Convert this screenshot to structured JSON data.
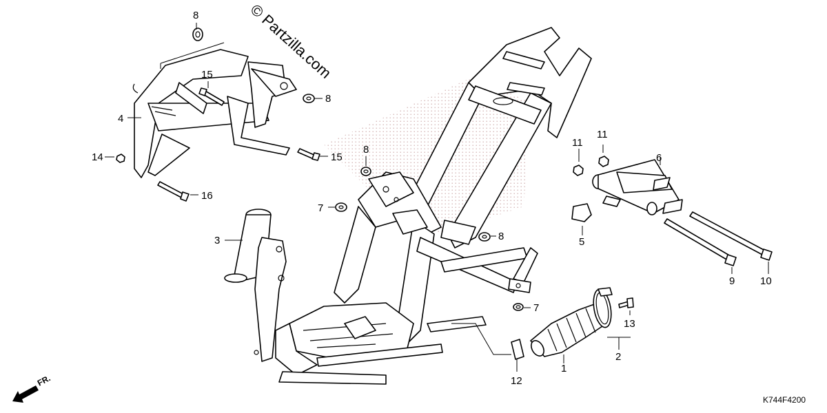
{
  "watermark": "© Partzilla.com",
  "diagram_code": "K744F4200",
  "direction_label": "FR.",
  "callouts": {
    "c1": "1",
    "c2": "2",
    "c3": "3",
    "c4": "4",
    "c5": "5",
    "c6": "6",
    "c7a": "7",
    "c7b": "7",
    "c8a": "8",
    "c8b": "8",
    "c8c": "8",
    "c8d": "8",
    "c9": "9",
    "c10": "10",
    "c11a": "11",
    "c11b": "11",
    "c12": "12",
    "c13": "13",
    "c14": "14",
    "c15a": "15",
    "c15b": "15",
    "c16": "16"
  }
}
